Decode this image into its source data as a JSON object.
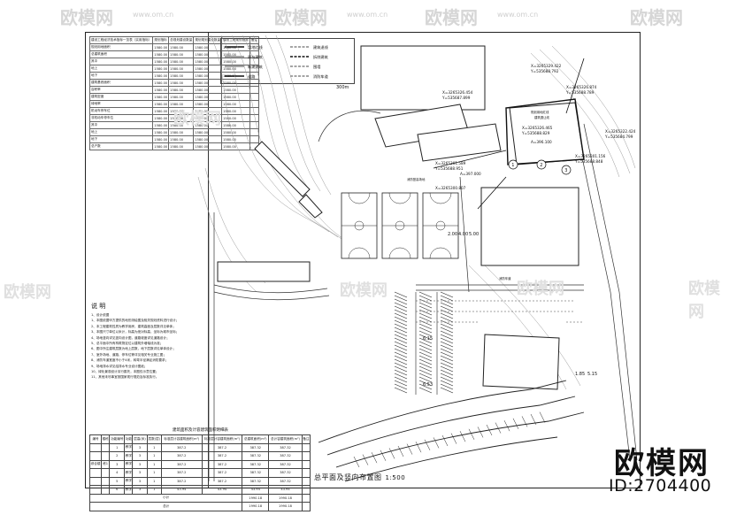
{
  "watermarks": {
    "brand": "欧模网",
    "url": "www.om.cn",
    "id_label": "ID:2704400"
  },
  "stats_table": {
    "headers": [
      "建设工程经济技术指标一览表（实用指标）",
      "规划指标",
      "总规划建设数量",
      "规划规划建设数量",
      "建设工程规划指标",
      "备注"
    ],
    "row_labels": [
      "规划用地面积",
      "总建筑面积",
      "其中",
      "地上",
      "地下",
      "建筑基底面积",
      "容积率",
      "建筑密度",
      "绿地率",
      "机动车停车位",
      "非机动车停车位",
      "其中",
      "地上",
      "地下",
      "总户数"
    ],
    "values": [
      "1580.00",
      "1580.00",
      "1580.00",
      "1580.00",
      "1580.00",
      "1580.00",
      "1580.00",
      "1580.00",
      "1580.00",
      "1580.00",
      "1580.00",
      "1580.00",
      "1580.00",
      "1580.00",
      "1580.00",
      "1580.00",
      "1580.00",
      "1580.00",
      "1580.00",
      "1580.00",
      "1580.00",
      "1580.00",
      "1580.00",
      "1580.00",
      "1580.00",
      "1580.00",
      "1580.00",
      "1580.00",
      "1580.00",
      "1580.00",
      "1580.00",
      "1580.00",
      "1580.00",
      "1580.00",
      "1580.00",
      "1580.00",
      "1580.00",
      "1580.00",
      "1580.00",
      "1580.00",
      "1580.00",
      "1580.00",
      "1580.00",
      "1580.00",
      "1580.00",
      "1580.00",
      "1580.00",
      "1580.00",
      "1580.00",
      "1580.00",
      "1580.00",
      "1580.00",
      "1580.00",
      "1580.00",
      "1580.00",
      "1580.00",
      "1580.00",
      "1580.00",
      "1580.00",
      "1580.00"
    ]
  },
  "legend_items": [
    "用地红线",
    "建筑退线",
    "原有建筑",
    "拆除建筑",
    "新建建筑",
    "围墙",
    "道路",
    "消防车道"
  ],
  "notes": {
    "title": "说  明",
    "lines": [
      "1、设计依据",
      "1、本图依据甲方提供的地形测绘图及相关规划资料进行设计；",
      "2、本工程建筑性质为教学用房，建筑高度及层数详见单体；",
      "3、本图尺寸单位以米计，标高为绝对标高，坐标为城市坐标；",
      "4、场地竖向详见竖向设计图，道路坡度详见道路设计；",
      "5、总平面中所有构筑物定位以建筑外墙轴线为准；",
      "6、图中所注建筑层数为地上层数，地下层数详见单体设计；",
      "7、室外场地、道路、停车位等详见相关专业施工图；",
      "8、消防车道宽度不小于4米，转弯半径满足消防要求；",
      "9、场地排水详见给排水专业设计图纸；",
      "10、绿化景观设计另行委托，本图仅示意位置；",
      "11、其他未尽事宜按国家现行规范及标准执行。"
    ]
  },
  "area_table": {
    "title": "建筑面积及计容建筑面积明细表",
    "headers": [
      "编号",
      "楼栋",
      "功能编号",
      "功能",
      "层高(米)",
      "层数(层)",
      "标准层计容建筑面积(m²)",
      "标准层计容建筑面积(m²)",
      "总建筑面积(m²)",
      "总计容建筑面积(m²)",
      "备注"
    ],
    "group_label": "综合楼",
    "building_label": "栋1",
    "rows": [
      [
        "1",
        "教学",
        "3",
        "1",
        "387.2",
        "387.2",
        "387.32",
        "387.32"
      ],
      [
        "2",
        "教学",
        "3",
        "1",
        "387.2",
        "387.2",
        "387.32",
        "387.32"
      ],
      [
        "3",
        "教学",
        "3",
        "1",
        "387.2",
        "387.2",
        "387.32",
        "387.32"
      ],
      [
        "4",
        "教学",
        "3",
        "1",
        "387.2",
        "387.2",
        "387.32",
        "387.32"
      ],
      [
        "5",
        "教学",
        "3",
        "1",
        "387.2",
        "387.2",
        "387.32",
        "387.32"
      ],
      [
        "6",
        "教学",
        "3",
        "1",
        "43.94",
        "43.94",
        "43.94",
        "43.94"
      ]
    ],
    "subtotal_label": "小计",
    "subtotal_values": [
      "1990.18",
      "1990.18"
    ],
    "total_label": "总计",
    "total_values": [
      "1990.18",
      "1990.18"
    ]
  },
  "plan": {
    "title": "总平面及竖向布置图",
    "scale": "1:500",
    "dims": [
      "2.00",
      "4.00",
      "5.00",
      "6.15",
      "6.53",
      "1.85",
      "5.15",
      "300m"
    ],
    "coords": [
      "X=3265329.422",
      "Y=535688.792",
      "X=3265326.874",
      "Y=535688.789",
      "X=3265326.454",
      "Y=535687.899",
      "X=3265326.465",
      "Y=535688.829",
      "X=3265322.424",
      "Y=535684.799",
      "X=3265301.156",
      "Y=535688.848",
      "X=3265301.589",
      "Y=535688.951",
      "X=3265300.807"
    ],
    "circled_labels": [
      "1",
      "2",
      "3"
    ],
    "road_tags": [
      "规划用地红线",
      "建筑退让线",
      "消防车道",
      "消防登高场地"
    ],
    "elev_labels": [
      "A=396.100",
      "A=397.000"
    ]
  }
}
